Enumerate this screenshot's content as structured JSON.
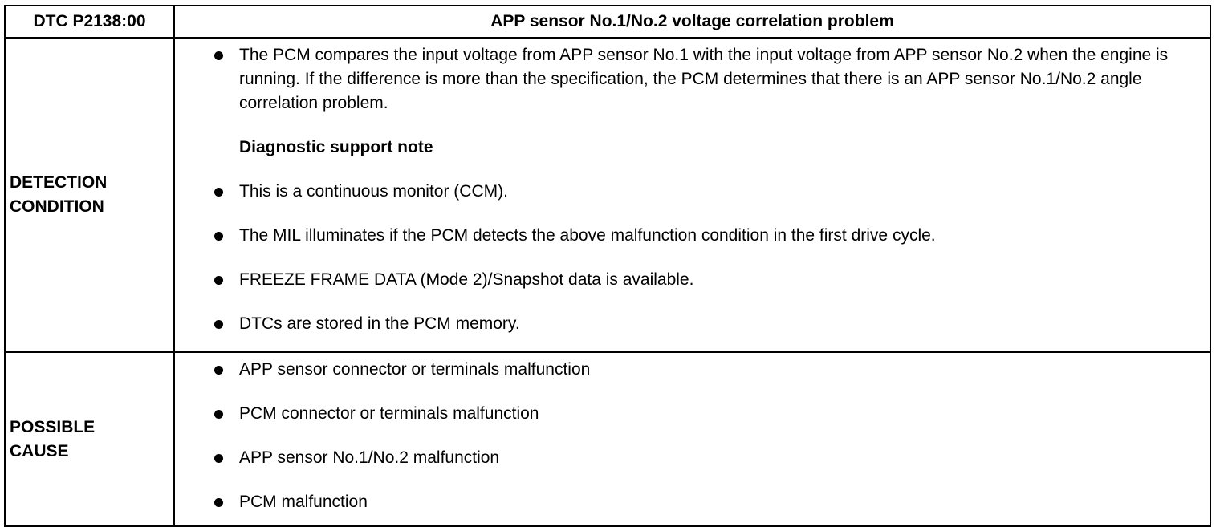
{
  "header": {
    "code": "DTC P2138:00",
    "title": "APP sensor No.1/No.2 voltage correlation problem"
  },
  "detection": {
    "label_line1": "DETECTION",
    "label_line2": "CONDITION",
    "main_bullet": "The PCM compares the input voltage from APP sensor No.1 with the input voltage from APP sensor No.2 when the engine is running. If the difference is more than the specification, the PCM determines that there is an APP sensor No.1/No.2 angle correlation problem.",
    "note_heading": "Diagnostic support note",
    "notes": [
      "This is a continuous monitor (CCM).",
      "The MIL illuminates if the PCM detects the above malfunction condition in the first drive cycle.",
      "FREEZE FRAME DATA (Mode 2)/Snapshot data is available.",
      "DTCs are stored in the PCM memory."
    ]
  },
  "cause": {
    "label_line1": "POSSIBLE",
    "label_line2": "CAUSE",
    "items": [
      "APP sensor connector or terminals malfunction",
      "PCM connector or terminals malfunction",
      "APP sensor No.1/No.2 malfunction",
      "PCM malfunction"
    ]
  }
}
